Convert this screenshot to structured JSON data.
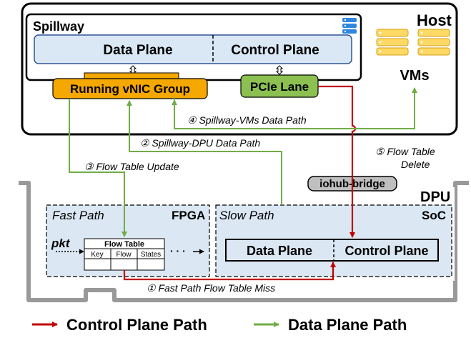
{
  "diagram": {
    "host_label": "Host",
    "spillway_label": "Spillway",
    "vms_label": "VMs",
    "host_data_plane": "Data Plane",
    "host_control_plane": "Control Plane",
    "running_vnic_group": "Running vNIC Group",
    "pcie_lane": "PCIe Lane",
    "iohub_bridge": "iohub-bridge",
    "dpu_label": "DPU",
    "fpga_label": "FPGA",
    "soc_label": "SoC",
    "fast_path_label": "Fast Path",
    "slow_path_label": "Slow Path",
    "pkt_label": "pkt",
    "ellipsis": "· · ·",
    "flow_table": {
      "title": "Flow Table",
      "columns": [
        "Key",
        "Flow",
        "States"
      ]
    },
    "soc_data_plane": "Data Plane",
    "soc_control_plane": "Control Plane",
    "paths": {
      "p1": "① Fast Path Flow Table Miss",
      "p2": "② Spillway-DPU Data Path",
      "p3": "③ Flow Table Update",
      "p4": "④ Spillway-VMs Data Path",
      "p5_line1": "⑤ Flow Table",
      "p5_line2": "Delete"
    },
    "legend": {
      "control": "Control Plane Path",
      "data": "Data Plane Path"
    },
    "icons": {
      "server": "server-icon",
      "vm": "vm-server-icon"
    },
    "colors": {
      "control_path": "#c00000",
      "data_path": "#70ad47",
      "vnic_fill": "#f5a800",
      "pcie_fill": "#8cc152",
      "plane_fill": "#dae8f5",
      "dpu_fill": "#dbe7f3",
      "vm_fill": "#ffd966",
      "bridge_fill": "#bfbfbf"
    }
  }
}
